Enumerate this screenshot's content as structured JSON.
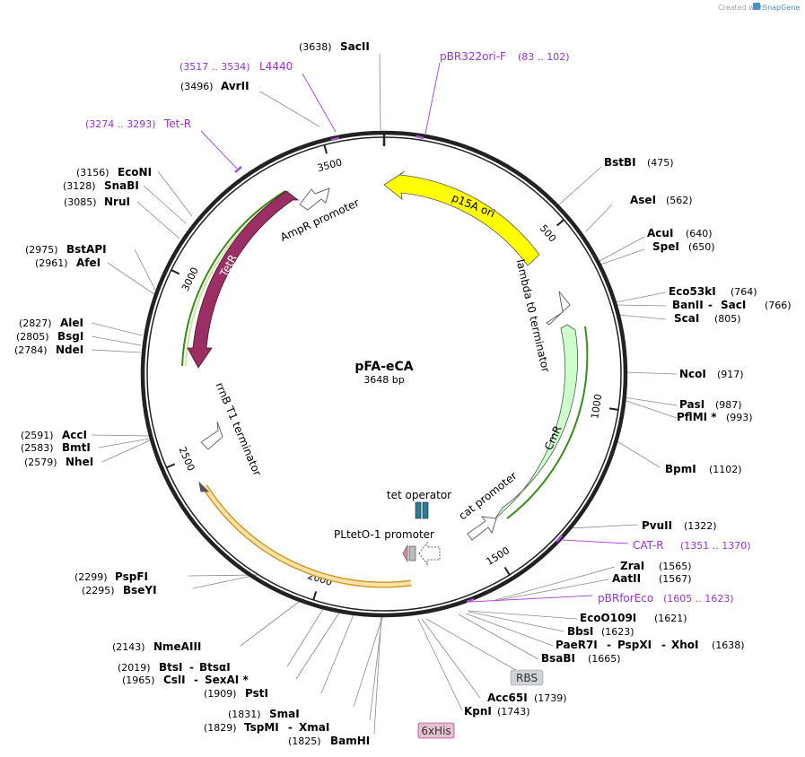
{
  "watermark": {
    "prefix": "Created with",
    "brand": "SnapGene"
  },
  "plasmid": {
    "name": "pFA-eCA",
    "length": 3648,
    "length_label": "3648 bp"
  },
  "ticks": [
    "500",
    "1000",
    "1500",
    "2000",
    "2500",
    "3000",
    "3500"
  ],
  "features": [
    {
      "id": "p15a",
      "label": "p15A ori",
      "color": "#ffff00"
    },
    {
      "id": "lambda",
      "label": "lambda t0 terminator",
      "color": "#ffffff"
    },
    {
      "id": "cmr",
      "label": "CmR",
      "color": "#ccffcc"
    },
    {
      "id": "cat",
      "label": "cat promoter",
      "color": "#ffffff"
    },
    {
      "id": "tetop",
      "label": "tet operator",
      "color": "#2a7f8e"
    },
    {
      "id": "pltet",
      "label": "PLtetO-1 promoter",
      "color": "#ffffff"
    },
    {
      "id": "orange",
      "label": "",
      "color": "#ffe2a8"
    },
    {
      "id": "rrnb",
      "label": "rrnB T1 terminator",
      "color": "#ffffff"
    },
    {
      "id": "tetr",
      "label": "TetR",
      "color": "#9b2f63"
    },
    {
      "id": "ampr",
      "label": "AmpR promoter",
      "color": "#ffffff"
    }
  ],
  "tags": [
    {
      "id": "rbs",
      "label": "RBS",
      "color": "#cfd2d6"
    },
    {
      "id": "his",
      "label": "6xHis",
      "color": "#e3c1cf"
    }
  ],
  "enzymes": [
    {
      "id": "sacii",
      "names": [
        "SacII"
      ],
      "pos": "(3638)"
    },
    {
      "id": "avrii",
      "names": [
        "AvrII"
      ],
      "pos": "(3496)"
    },
    {
      "id": "bstbi",
      "names": [
        "BstBI"
      ],
      "pos": "(475)"
    },
    {
      "id": "asei",
      "names": [
        "AseI"
      ],
      "pos": "(562)"
    },
    {
      "id": "acui",
      "names": [
        "AcuI"
      ],
      "pos": "(640)"
    },
    {
      "id": "spei",
      "names": [
        "SpeI"
      ],
      "pos": "(650)"
    },
    {
      "id": "eco53ki",
      "names": [
        "Eco53kI",
        "BanII",
        "SacI"
      ],
      "pos": "(764)",
      "pos2": "(766)"
    },
    {
      "id": "scai",
      "names": [
        "ScaI"
      ],
      "pos": "(805)"
    },
    {
      "id": "ncoi",
      "names": [
        "NcoI"
      ],
      "pos": "(917)"
    },
    {
      "id": "pasi",
      "names": [
        "PasI"
      ],
      "pos": "(987)"
    },
    {
      "id": "pflmi",
      "names": [
        "PflMI *"
      ],
      "pos": "(993)"
    },
    {
      "id": "bpmi",
      "names": [
        "BpmI"
      ],
      "pos": "(1102)"
    },
    {
      "id": "pvuii",
      "names": [
        "PvuII"
      ],
      "pos": "(1322)"
    },
    {
      "id": "zrai",
      "names": [
        "ZraI"
      ],
      "pos": "(1565)"
    },
    {
      "id": "aatii",
      "names": [
        "AatII"
      ],
      "pos": "(1567)"
    },
    {
      "id": "eco0109i",
      "names": [
        "EcoO109I"
      ],
      "pos": "(1621)"
    },
    {
      "id": "bbsi",
      "names": [
        "BbsI"
      ],
      "pos": "(1623)"
    },
    {
      "id": "paer7i",
      "names": [
        "PaeR7I",
        "PspXI",
        "XhoI"
      ],
      "pos": "(1638)"
    },
    {
      "id": "bsabi",
      "names": [
        "BsaBI"
      ],
      "pos": "(1665)"
    },
    {
      "id": "acc65i",
      "names": [
        "Acc65I"
      ],
      "pos": "(1739)"
    },
    {
      "id": "kpni",
      "names": [
        "KpnI"
      ],
      "pos": "(1743)"
    },
    {
      "id": "bamhi",
      "names": [
        "BamHI"
      ],
      "pos": "(1825)"
    },
    {
      "id": "tspmi",
      "names": [
        "TspMI",
        "XmaI"
      ],
      "pos": "(1829)"
    },
    {
      "id": "smai",
      "names": [
        "SmaI"
      ],
      "pos": "(1831)"
    },
    {
      "id": "psti",
      "names": [
        "PstI"
      ],
      "pos": "(1909)"
    },
    {
      "id": "csli",
      "names": [
        "CslI",
        "SexAI *"
      ],
      "pos": "(1965)"
    },
    {
      "id": "btsi",
      "names": [
        "BtsI",
        "BtsαI"
      ],
      "pos": "(2019)"
    },
    {
      "id": "nmeaiii",
      "names": [
        "NmeAIII"
      ],
      "pos": "(2143)"
    },
    {
      "id": "bseyi",
      "names": [
        "BseYI"
      ],
      "pos": "(2295)"
    },
    {
      "id": "pspfi",
      "names": [
        "PspFI"
      ],
      "pos": "(2299)"
    },
    {
      "id": "nhei",
      "names": [
        "NheI"
      ],
      "pos": "(2579)"
    },
    {
      "id": "bmti",
      "names": [
        "BmtI"
      ],
      "pos": "(2583)"
    },
    {
      "id": "acci",
      "names": [
        "AccI"
      ],
      "pos": "(2591)"
    },
    {
      "id": "ndei",
      "names": [
        "NdeI"
      ],
      "pos": "(2784)"
    },
    {
      "id": "bsgi",
      "names": [
        "BsgI"
      ],
      "pos": "(2805)"
    },
    {
      "id": "alei",
      "names": [
        "AleI"
      ],
      "pos": "(2827)"
    },
    {
      "id": "afei",
      "names": [
        "AfeI"
      ],
      "pos": "(2961)"
    },
    {
      "id": "bstapi",
      "names": [
        "BstAPI"
      ],
      "pos": "(2975)"
    },
    {
      "id": "nrui",
      "names": [
        "NruI"
      ],
      "pos": "(3085)"
    },
    {
      "id": "snabi",
      "names": [
        "SnaBI"
      ],
      "pos": "(3128)"
    },
    {
      "id": "econi",
      "names": [
        "EcoNI"
      ],
      "pos": "(3156)"
    }
  ],
  "primers": [
    {
      "id": "l4440",
      "name": "L4440",
      "range": "(3517 .. 3534)"
    },
    {
      "id": "pbr322",
      "name": "pBR322ori-F",
      "range": "(83 .. 102)"
    },
    {
      "id": "tetr_p",
      "name": "Tet-R",
      "range": "(3274 .. 3293)"
    },
    {
      "id": "catr",
      "name": "CAT-R",
      "range": "(1351 .. 1370)"
    },
    {
      "id": "pbrfor",
      "name": "pBRforEco",
      "range": "(1605 .. 1623)"
    }
  ]
}
